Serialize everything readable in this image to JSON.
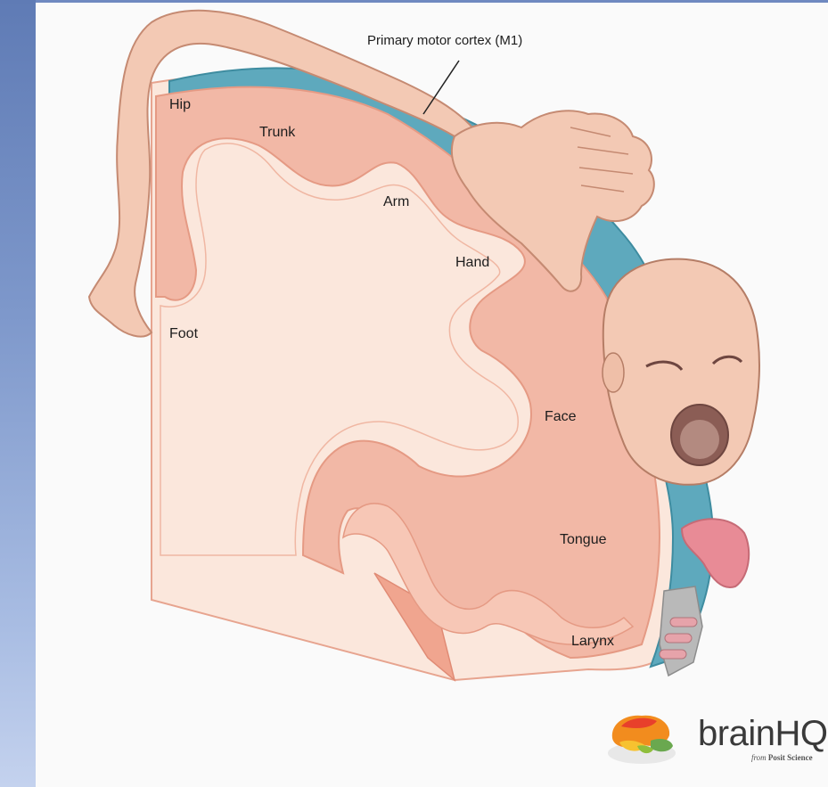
{
  "title": "Primary motor cortex (M1)",
  "labels": {
    "hip": "Hip",
    "trunk": "Trunk",
    "arm": "Arm",
    "hand": "Hand",
    "foot": "Foot",
    "face": "Face",
    "tongue": "Tongue",
    "larynx": "Larynx"
  },
  "logo": {
    "brand_light": "brain",
    "brand_bold": "HQ",
    "from_prefix": "from",
    "from_name": "Posit Science"
  },
  "colors": {
    "cortex_gray": "#f2b8a6",
    "white_matter": "#fbe7dc",
    "pia_surface": "#5ea9bd",
    "skin": "#f3c9b4",
    "tongue": "#e88b96",
    "larynx": "#b9b9b9",
    "side_strip": "#7e98cb"
  }
}
